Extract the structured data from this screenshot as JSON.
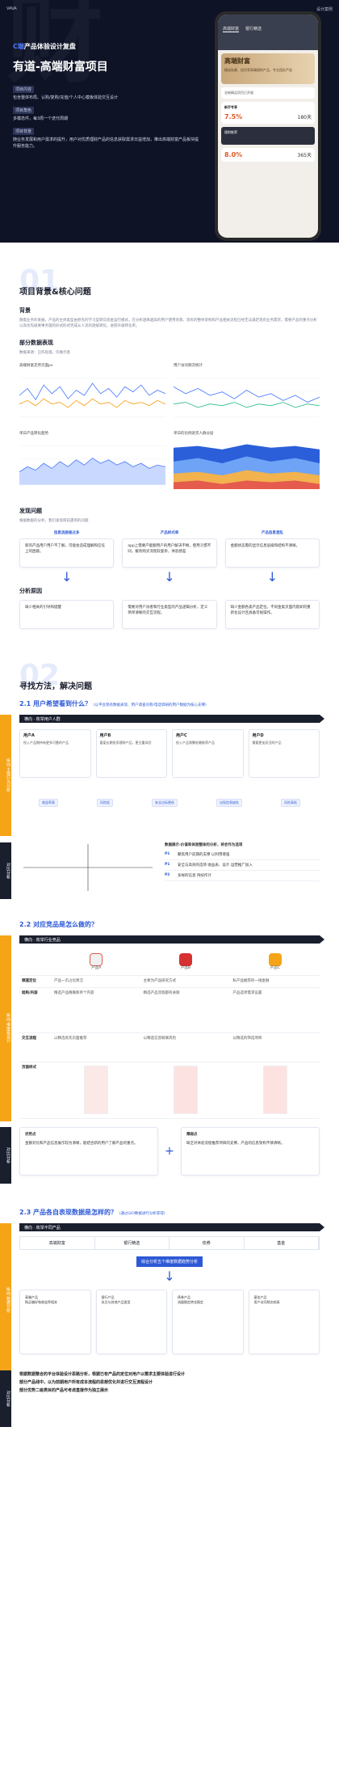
{
  "hero": {
    "logo": "VAVA",
    "top_right": "设计案例",
    "tag_prefix": "C端",
    "tag_rest": "产品体验设计复盘",
    "title": "有道-高端财富项目",
    "sections": [
      {
        "label": "项目内容",
        "text": "包含整体布局、认购/复购/充值/个人中心模板体验交互设计"
      },
      {
        "label": "项目角色",
        "text": "多模态件，每3周一个迭代周期"
      },
      {
        "label": "项目背景",
        "text": "随业务发展和用户需求的提升，用户对优质理财产品的信息获取需求日益增加，推出高端财富产品板块提升服务能力。"
      }
    ]
  },
  "phone": {
    "tabs": [
      "高端财富",
      "银行精选"
    ],
    "banner_title": "高端财富",
    "banner_sub": "精选私募、信托等高端理财产品，专业团队严选",
    "notice": "全新精品项目已开放",
    "section": "新手专享",
    "rate": "7.5",
    "rate_unit": "%",
    "days": "180天",
    "dark_title": "理财推荐",
    "rate2": "8.0",
    "days2": "365天"
  },
  "sec1": {
    "num": "01",
    "title": "项目背景&核心问题",
    "bg_h": "背景",
    "bg_text": "随着业务的发展，产品的主体类型由原先的学习型转向资金运行模式，在分析越来越高的用户使用场景，现有的整体架构和产品相关流程已经无法满足现有业务需求，需要产品的重点分析以高优先级要事务理的形式形式完成从人流的逐级转化，进而升级转化率。",
    "data_h": "部分数据表现",
    "data_sub": "数据来源：已作处理，仅做示意",
    "charts": [
      {
        "title": "高端财富走势页面pv"
      },
      {
        "title": "用户访问频次统计"
      },
      {
        "title": "单日产品转化趋势"
      },
      {
        "title": "单日的比例退货人群分层"
      }
    ],
    "find_h": "发现问题",
    "find_sub": "根据数据的分析，我们发现目前遇到的问题",
    "cols": [
      {
        "head": "信息流层级过多",
        "text": "新的产品用户用户不了解，可能会造成理解和信任上的困惑。"
      },
      {
        "head": "产品样式单",
        "text": "app上需要产能额用户的用户解决不畅，使用习惯不同，缓有购买流程较复杂，体验感差"
      },
      {
        "head": "产品信息混乱",
        "text": "金额状态需的显示信息层级和结构不清晰。"
      }
    ],
    "reason_h": "分析原因",
    "reasons": [
      "缺少相关的引导和提醒",
      "需要对用户访者和行业类型的产品逻辑分析，定义简单清晰的交互流程。",
      "缺少金额各类产品定位，不同金类页面内容如何重新化设计且具备可视操作。"
    ]
  },
  "sec2": {
    "num": "02",
    "title": "寻找方法，解决问题",
    "s21": {
      "h": "2.1 用户希望看到什么？",
      "note": "(以平台现有数据表现、用户调查问卷/电话调研的用户数据为核心支撑)"
    },
    "s21_tag": "纵向·主体行为分析",
    "s21_bar": "横向 · 枚举用户人群",
    "personas": [
      {
        "name": "用户A",
        "text": "投入产品期待有更多可靠的产品"
      },
      {
        "name": "用户B",
        "text": "喜爱长期投资理财产品，更注重风险"
      },
      {
        "name": "用户C",
        "text": "投入产品频繁依赖推荐产品"
      },
      {
        "name": "用户D",
        "text": "需要更加灵活的产品"
      }
    ],
    "tree_pills": [
      "收益率高",
      "风险低",
      "安全边际更低",
      "出现信息缺失",
      "风险高低"
    ],
    "ana_tag": "对比分析",
    "ana_right_title": "数据展示-价值和体验整体的分析，将会作为选项",
    "ana_rows": [
      {
        "k": "P1",
        "v": "聚焦用户前期的支撑  以利用增强"
      },
      {
        "k": "P1",
        "v": "安全与高效的选项  收益表、设计  运营推广加入"
      },
      {
        "k": "P2",
        "v": "多样的信息 持续作计"
      }
    ],
    "s22": {
      "h": "2.2 对应竞品是怎么做的？"
    },
    "s22_tag": "纵向·维度看设计",
    "s22_bar": "横向 · 枚举行业竞品",
    "compare_rows": [
      "频道定位",
      "结构/内容",
      "交互流程",
      "页面样式"
    ],
    "compare_cols": [
      "产品A",
      "产品B",
      "产品C"
    ],
    "compare_text": [
      [
        "产品一页占比简洁",
        "主要为产品研究方式",
        "私产品推荐的一线金融"
      ],
      [
        "精选产品精确和单个内容",
        "精选产品流程都有关联",
        "产品选项需求设置"
      ],
      [
        "以精选优先页面推荐",
        "以精选信息联联风险",
        "以精选的筛选项目"
      ],
      [
        "",
        "",
        ""
      ]
    ],
    "sum_left_title": "优势点",
    "sum_left": "金额对比和产品信息展示较为清晰，能结合新的用户了解产品的重点。",
    "sum_right_title": "薄弱点",
    "sum_right": "缺乏对体验流程推荐项目的支撑，产品的信息架构不够清晰。",
    "s23": {
      "h": "2.3 产品各自表现数据是怎样的？",
      "note": "(通过GIO数据进行分析获得)"
    },
    "s23_tag": "纵向·数据分析",
    "s23_bar": "横向 · 枚举不同产品",
    "tabs4": [
      "高端财富",
      "银行精选",
      "债券",
      "基金"
    ],
    "blue": "综合分析五个维度数据趋势分析",
    "four": [
      "高端产品\n购买偏好和收益率相关",
      "银行产品\n关注与其他产品类型",
      "债券产品\n流量稳定转化稳定",
      "基金产品\n用户访问频次较高"
    ],
    "final": [
      "根据数据整合的平台体验设计思路分析，根据已有产品的定位对用户以需求主要体验进行设计",
      "部分产品线中，以为前期用户所有成本流程的思想优化并进行交互流程设计",
      "部分优势二级类目的产品可考虑直接作为独立展示"
    ]
  }
}
